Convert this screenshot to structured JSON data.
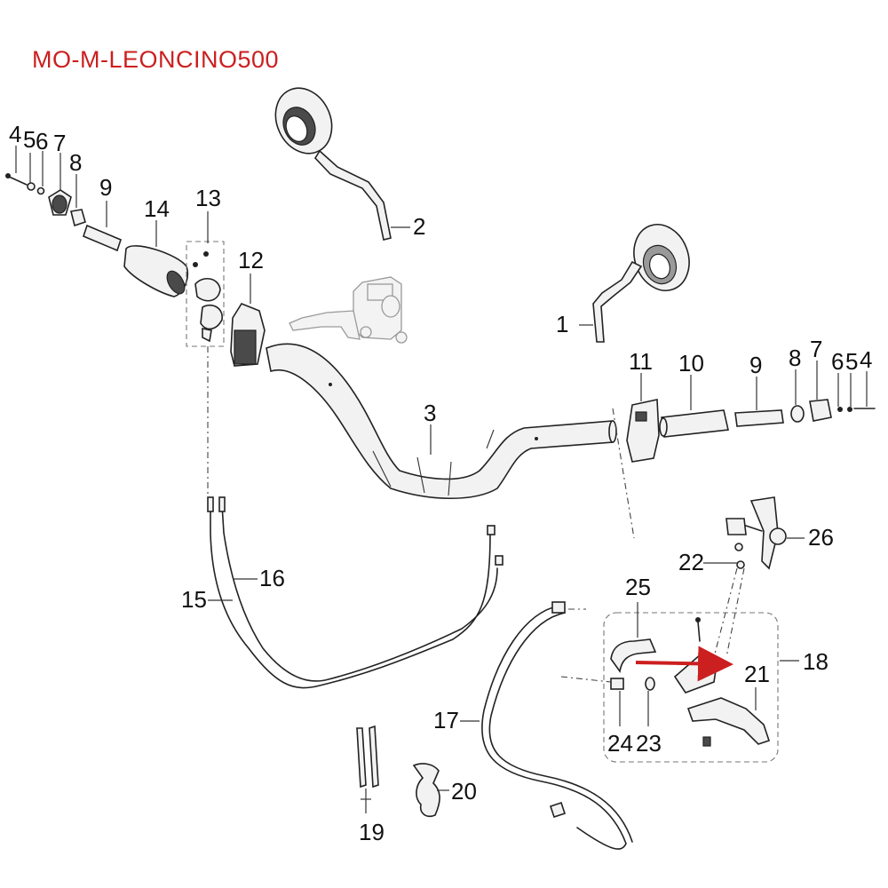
{
  "title": "MO-M-LEONCINO500",
  "colors": {
    "title": "#cc1f1f",
    "arrow": "#cc1f1f",
    "line": "#222222"
  },
  "callouts": {
    "n1": "1",
    "n2": "2",
    "n3": "3",
    "n4_left": "4",
    "n5_left": "5",
    "n6_left": "6",
    "n7_left": "7",
    "n8_left": "8",
    "n9_left": "9",
    "n4_right": "4",
    "n5_right": "5",
    "n6_right": "6",
    "n7_right": "7",
    "n8_right": "8",
    "n9_right": "9",
    "n10": "10",
    "n11": "11",
    "n12": "12",
    "n13": "13",
    "n14": "14",
    "n15": "15",
    "n16": "16",
    "n17": "17",
    "n18": "18",
    "n19": "19",
    "n20": "20",
    "n21": "21",
    "n22": "22",
    "n23": "23",
    "n24": "24",
    "n25": "25",
    "n26": "26"
  }
}
